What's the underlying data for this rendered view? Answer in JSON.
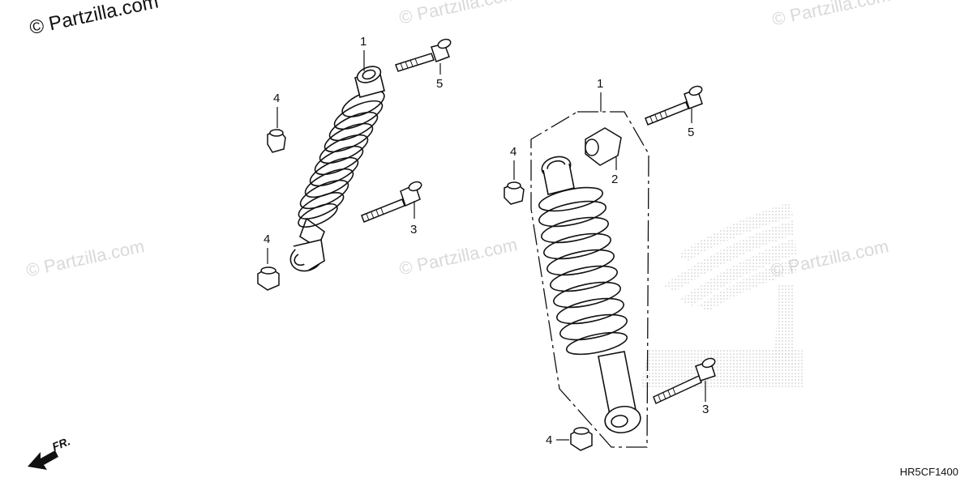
{
  "watermark": {
    "text": "© Partzilla.com",
    "corner_text": "© Partzilla.com"
  },
  "callouts": {
    "part_1_left": "1",
    "part_5_left": "5",
    "part_4_left_top": "4",
    "part_3_left": "3",
    "part_4_left_bottom": "4",
    "part_1_right": "1",
    "part_5_right": "5",
    "part_4_right_top": "4",
    "part_2_right": "2",
    "part_3_right": "3",
    "part_4_right_bottom": "4"
  },
  "front_indicator": "FR.",
  "diagram_code": "HR5CF1400",
  "colors": {
    "line": "#111111",
    "watermark": "#d9d9d9",
    "logo_dots": "#c8c8c8"
  }
}
